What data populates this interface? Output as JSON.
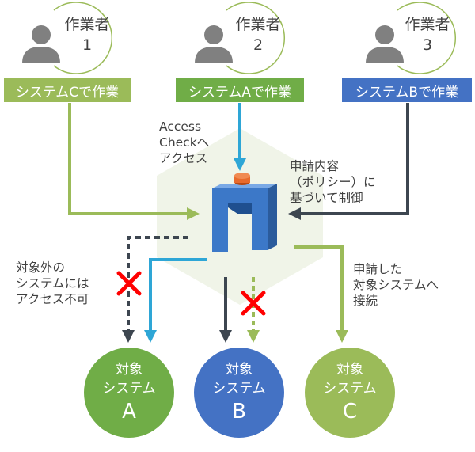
{
  "workers": [
    {
      "label": "作業者\n1"
    },
    {
      "label": "作業者\n2"
    },
    {
      "label": "作業者\n3"
    }
  ],
  "systems": [
    {
      "label": "システムCで作業",
      "color": "#9bbb59"
    },
    {
      "label": "システムAで作業",
      "color": "#70ad47"
    },
    {
      "label": "システムBで作業",
      "color": "#4472c4"
    }
  ],
  "notes": {
    "access_check": "Access\nCheckへ\nアクセス",
    "policy": "申請内容\n（ポリシー）に\n基づいて制御",
    "denied": "対象外の\nシステムには\nアクセス不可",
    "connect": "申請した\n対象システムへ\n接続"
  },
  "targets": [
    {
      "line1": "対象",
      "line2": "システム",
      "letter": "A",
      "color": "#70ad47"
    },
    {
      "line1": "対象",
      "line2": "システム",
      "letter": "B",
      "color": "#4472c4"
    },
    {
      "line1": "対象",
      "line2": "システム",
      "letter": "C",
      "color": "#9bbb59"
    }
  ],
  "colors": {
    "text": "#404040",
    "arrow_cyan": "#2ea6d6",
    "arrow_green": "#9bbb59",
    "arrow_dark": "#3d4650",
    "deny_cross": "#ff0000",
    "hexagon": "#eef3e6",
    "logo_blue": "#3c78c8",
    "logo_cap": "#e86a2c"
  }
}
